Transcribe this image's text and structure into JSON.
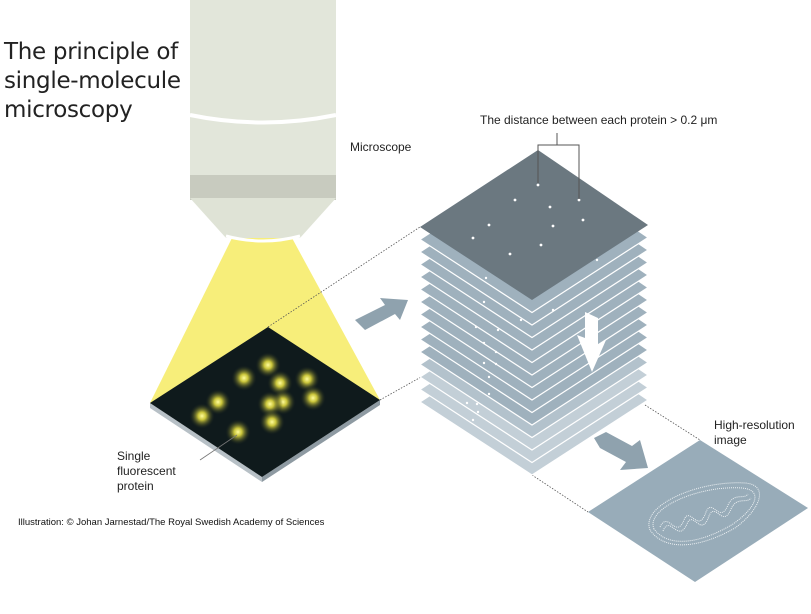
{
  "title": {
    "lines": [
      "The principle of",
      "single-molecule",
      "microscopy"
    ]
  },
  "labels": {
    "microscope": "Microscope",
    "distance": "The distance between each protein > 0.2 μm",
    "protein": [
      "Single",
      "fluorescent",
      "protein"
    ],
    "high_res": [
      "High-resolution",
      "image"
    ]
  },
  "credit": "Illustration: © Johan Jarnestad/The Royal Swedish Academy of Sciences",
  "colors": {
    "light_cone": "#f7ee7a",
    "sample": "#0f1a1c",
    "stack_top": "#6b7880",
    "stack_layer": "#9fb1bd",
    "high_res": "#98acb9",
    "arrow": "#8fa2ae"
  }
}
